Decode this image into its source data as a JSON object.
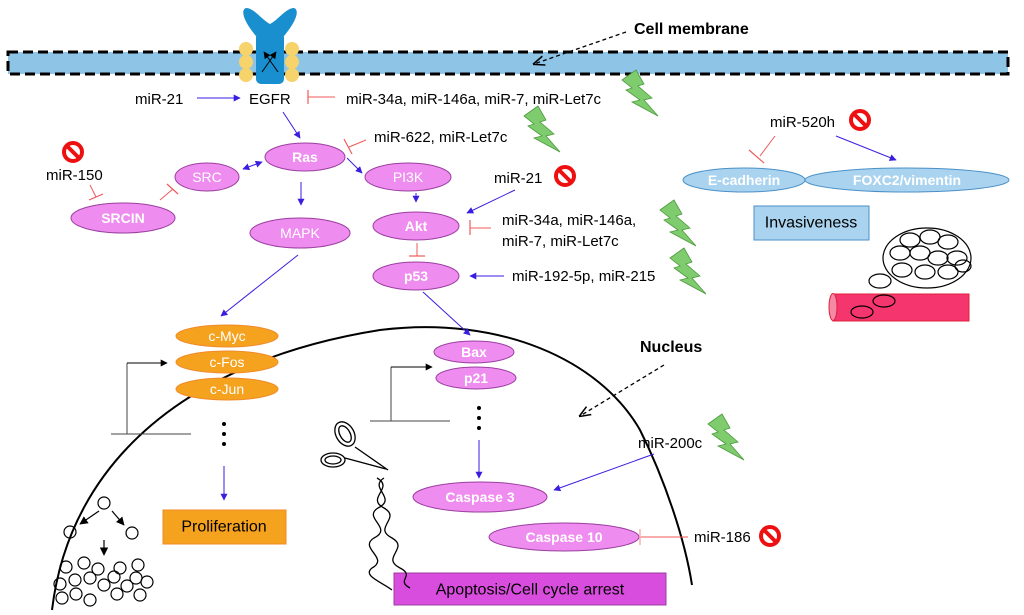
{
  "labels": {
    "cell_membrane": "Cell membrane",
    "nucleus": "Nucleus"
  },
  "colors": {
    "membrane_fill": "#8ec4e6",
    "receptor": "#1a8fd0",
    "receptor_beads": "#f6d36b",
    "pink_node": "#ee8cef",
    "pink_stroke": "#9b3fa0",
    "orange_node": "#f5a21e",
    "blue_node": "#a9d3ee",
    "activation_arrow": "#3a1ee0",
    "inhibition_bar": "#f05a5a",
    "bolt": "#7fcc6e",
    "stop_sign": "#ee1010",
    "apoptosis_box": "#d84ddd",
    "proliferation_box": "#f5a21e",
    "invasiveness_box": "#a9d3ee",
    "vessel": "#f4356e"
  },
  "nodes": {
    "egfr": "EGFR",
    "ras": "Ras",
    "src": "SRC",
    "srcin": "SRCIN",
    "pi3k": "PI3K",
    "mapk": "MAPK",
    "akt": "Akt",
    "p53": "p53",
    "cmyc": "c-Myc",
    "cfos": "c-Fos",
    "cjun": "c-Jun",
    "bax": "Bax",
    "p21": "p21",
    "caspase3": "Caspase 3",
    "caspase10": "Caspase 10",
    "ecadherin": "E-cadherin",
    "foxc2": "FOXC2/vimentin"
  },
  "mirnas": {
    "mir21_egfr": "miR-21",
    "egfr_inhibitors": "miR-34a, miR-146a, miR-7, miR-Let7c",
    "ras_inhibitors": "miR-622, miR-Let7c",
    "mir150": "miR-150",
    "mir21_akt": "miR-21",
    "akt_inhibitors_line1": "miR-34a, miR-146a,",
    "akt_inhibitors_line2": "miR-7, miR-Let7c",
    "p53_activators": "miR-192-5p, miR-215",
    "mir520h": "miR-520h",
    "mir200c": "miR-200c",
    "mir186": "miR-186"
  },
  "outcomes": {
    "proliferation": "Proliferation",
    "apoptosis": "Apoptosis/Cell cycle arrest",
    "invasiveness": "Invasiveness"
  },
  "ellipsis": "⋮"
}
